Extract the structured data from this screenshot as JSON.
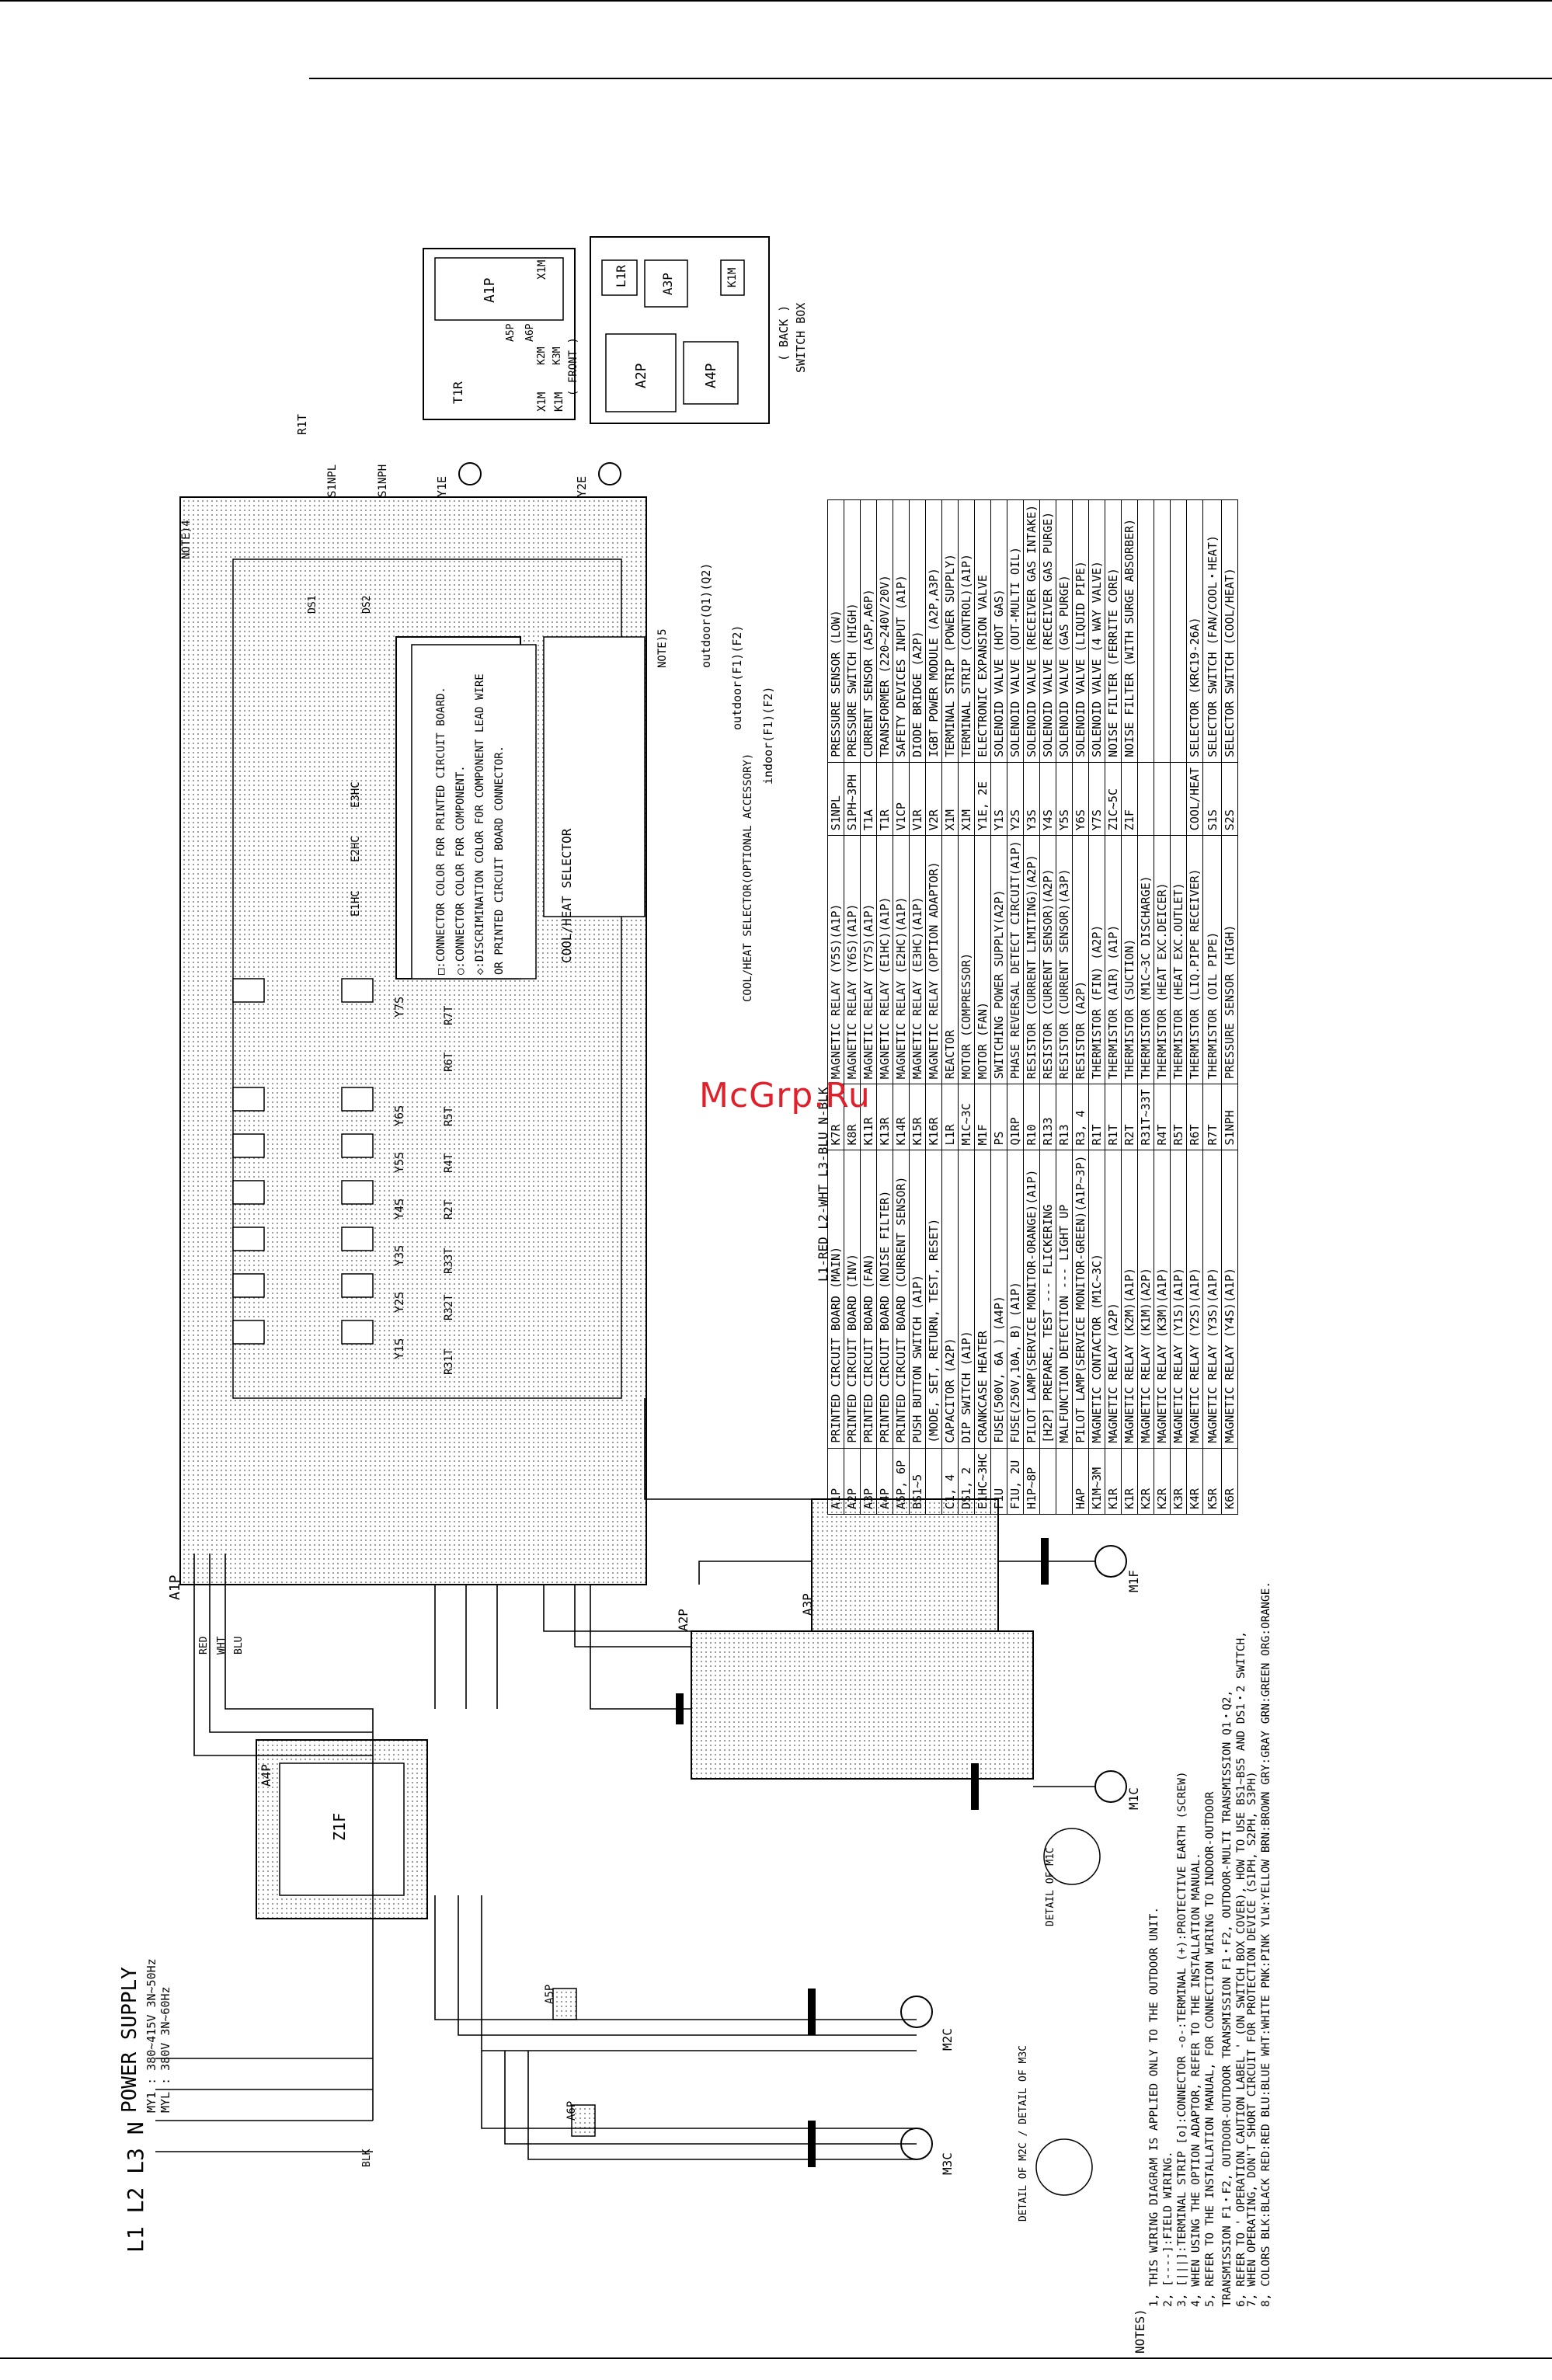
{
  "power": {
    "title": "POWER SUPPLY",
    "myi": "MY1 : 380~415V 3N~50Hz",
    "myl": "MYL : 380V 3N~60Hz",
    "phases": "L1 L2 L3 N",
    "colors": "L1-RED  L2-WHT  L3-BLU  N-BLK"
  },
  "switch_box": {
    "front": {
      "label": "( FRONT )",
      "a1p": "A1P",
      "x1m": "X1M",
      "a5p": "A5P",
      "a6p": "A6P",
      "k2m": "K2M",
      "k3m": "K3M",
      "t1r": "T1R",
      "x1m2": "X1M",
      "k1m": "K1M"
    },
    "back": {
      "label": "( BACK )",
      "caption": "SWITCH BOX",
      "l1r": "L1R",
      "a3p": "A3P",
      "a2p": "A2P",
      "a4p": "A4P",
      "k1m": "K1M"
    }
  },
  "board_labels": {
    "a1p": "A1P",
    "a2p": "A2P",
    "a3p": "A3P",
    "a4p": "A4P",
    "a5p": "A5P",
    "a6p": "A6P",
    "m1c": "M1C",
    "m2c": "M2C",
    "m3c": "M3C",
    "m1f": "M1F",
    "y1e": "Y1E",
    "y2e": "Y2E",
    "r1t": "R1T",
    "s1npl": "S1NPL",
    "s1nph": "S1NPH",
    "z1f": "Z1F",
    "ds1": "DS1",
    "ds2": "DS2",
    "selector": "COOL/HEAT SELECTOR",
    "selector_opt": "COOL/HEAT SELECTOR(OPTIONAL ACCESSORY)",
    "outdoor_q": "outdoor(Q1)(Q2)",
    "outdoor_f": "outdoor(F1)(F2)",
    "indoor_f": "indoor(F1)(F2)",
    "note5": "NOTE)5",
    "note4": "NOTE)4",
    "detail_m1c": "DETAIL OF M1C",
    "detail_m23c": "DETAIL OF M2C / DETAIL OF M3C",
    "relays": [
      "Y1S",
      "Y2S",
      "Y3S",
      "Y4S",
      "Y5S",
      "Y6S",
      "Y7S",
      "R31T",
      "R32T",
      "R33T",
      "R2T",
      "R4T",
      "R5T",
      "R6T",
      "R7T",
      "E1HC",
      "E2HC",
      "E3HC"
    ],
    "wire_colors": [
      "RED",
      "WHT",
      "BLU",
      "BLK"
    ]
  },
  "legend": [
    [
      "A1P",
      "PRINTED CIRCUIT BOARD (MAIN)",
      "K7R",
      "MAGNETIC RELAY (Y5S)(A1P)",
      "S1NPL",
      "PRESSURE SENSOR (LOW)"
    ],
    [
      "A2P",
      "PRINTED CIRCUIT BOARD (INV)",
      "K8R",
      "MAGNETIC RELAY (Y6S)(A1P)",
      "S1PH~3PH",
      "PRESSURE SWITCH (HIGH)"
    ],
    [
      "A3P",
      "PRINTED CIRCUIT BOARD (FAN)",
      "K11R",
      "MAGNETIC RELAY (Y7S)(A1P)",
      "T1A",
      "CURRENT SENSOR (A5P,A6P)"
    ],
    [
      "A4P",
      "PRINTED CIRCUIT BOARD (NOISE FILTER)",
      "K13R",
      "MAGNETIC RELAY (E1HC)(A1P)",
      "T1R",
      "TRANSFORMER (220~240V/20V)"
    ],
    [
      "A5P, 6P",
      "PRINTED CIRCUIT BOARD (CURRENT SENSOR)",
      "K14R",
      "MAGNETIC RELAY (E2HC)(A1P)",
      "V1CP",
      "SAFETY DEVICES INPUT (A1P)"
    ],
    [
      "BS1~5",
      "PUSH BUTTON SWITCH (A1P)",
      "K15R",
      "MAGNETIC RELAY (E3HC)(A1P)",
      "V1R",
      "DIODE BRIDGE (A2P)"
    ],
    [
      "",
      "(MODE, SET, RETURN, TEST, RESET)",
      "K16R",
      "MAGNETIC RELAY (OPTION ADAPTOR)",
      "V2R",
      "IGBT POWER MODULE (A2P,A3P)"
    ],
    [
      "C1, 4",
      "CAPACITOR (A2P)",
      "L1R",
      "REACTOR",
      "X1M",
      "TERMINAL STRIP (POWER SUPPLY)"
    ],
    [
      "DS1, 2",
      "DIP SWITCH (A1P)",
      "M1C~3C",
      "MOTOR (COMPRESSOR)",
      "X1M",
      "TERMINAL STRIP (CONTROL)(A1P)"
    ],
    [
      "E1HC~3HC",
      "CRANKCASE HEATER",
      "M1F",
      "MOTOR (FAN)",
      "Y1E, 2E",
      "ELECTRONIC EXPANSION VALVE"
    ],
    [
      "F1U",
      "FUSE(500V, 6A ) (A4P)",
      "PS",
      "SWITCHING POWER SUPPLY(A2P)",
      "Y1S",
      "SOLENOID VALVE (HOT GAS)"
    ],
    [
      "F1U, 2U",
      "FUSE(250V,10A, B) (A1P)",
      "Q1RP",
      "PHASE REVERSAL DETECT CIRCUIT(A1P)",
      "Y2S",
      "SOLENOID VALVE (OUT-MULTI OIL)"
    ],
    [
      "H1P~8P",
      "PILOT LAMP(SERVICE MONITOR-ORANGE)(A1P)",
      "R10",
      "RESISTOR (CURRENT LIMITING)(A2P)",
      "Y3S",
      "SOLENOID VALVE (RECEIVER GAS INTAKE)"
    ],
    [
      "",
      "[H2P] PREPARE, TEST --- FLICKERING",
      "R133",
      "RESISTOR (CURRENT SENSOR)(A2P)",
      "Y4S",
      "SOLENOID VALVE (RECEIVER GAS PURGE)"
    ],
    [
      "",
      "MALFUNCTION DETECTION --- LIGHT UP",
      "R13",
      "RESISTOR (CURRENT SENSOR)(A3P)",
      "Y5S",
      "SOLENOID VALVE (GAS PURGE)"
    ],
    [
      "HAP",
      "PILOT LAMP(SERVICE MONITOR-GREEN)(A1P~3P)",
      "R3, 4",
      "RESISTOR (A2P)",
      "Y6S",
      "SOLENOID VALVE (LIQUID PIPE)"
    ],
    [
      "K1M~3M",
      "MAGNETIC CONTACTOR (M1C~3C)",
      "R1T",
      "THERMISTOR (FIN) (A2P)",
      "Y7S",
      "SOLENOID VALVE (4 WAY VALVE)"
    ],
    [
      "K1R",
      "MAGNETIC RELAY (A2P)",
      "R1T",
      "THERMISTOR (AIR) (A1P)",
      "Z1C~5C",
      "NOISE FILTER (FERRITE CORE)"
    ],
    [
      "K1R",
      "MAGNETIC RELAY (K2M)(A1P)",
      "R2T",
      "THERMISTOR (SUCTION)",
      "Z1F",
      "NOISE FILTER (WITH SURGE ABSORBER)"
    ],
    [
      "K2R",
      "MAGNETIC RELAY (K1M)(A2P)",
      "R31T~33T",
      "THERMISTOR (M1C~3C DISCHARGE)",
      "",
      ""
    ],
    [
      "K2R",
      "MAGNETIC RELAY (K3M)(A1P)",
      "R4T",
      "THERMISTOR (HEAT EXC.DEICER)",
      "",
      ""
    ],
    [
      "K3R",
      "MAGNETIC RELAY (Y1S)(A1P)",
      "R5T",
      "THERMISTOR (HEAT EXC.OUTLET)",
      "",
      ""
    ],
    [
      "K4R",
      "MAGNETIC RELAY (Y2S)(A1P)",
      "R6T",
      "THERMISTOR (LIQ.PIPE RECEIVER)",
      "COOL/HEAT",
      "SELECTOR (KRC19-26A)"
    ],
    [
      "K5R",
      "MAGNETIC RELAY (Y3S)(A1P)",
      "R7T",
      "THERMISTOR (OIL PIPE)",
      "S1S",
      "SELECTOR SWITCH (FAN/COOL・HEAT)"
    ],
    [
      "K6R",
      "MAGNETIC RELAY (Y4S)(A1P)",
      "S1NPH",
      "PRESSURE SENSOR (HIGH)",
      "S2S",
      "SELECTOR SWITCH (COOL/HEAT)"
    ]
  ],
  "notes": {
    "heading": "NOTES)",
    "lines": [
      "1, THIS WIRING DIAGRAM IS APPLIED ONLY TO THE OUTDOOR UNIT.",
      "2, [----]:FIELD WIRING.",
      "3, [|||]:TERMINAL STRIP  [o]:CONNECTOR  -o-:TERMINAL (+):PROTECTIVE EARTH (SCREW)",
      "4, WHEN USING THE OPTION ADAPTOR, REFER TO THE INSTALLATION MANUAL.",
      "5, REFER TO THE INSTALLATION MANUAL, FOR CONNECTION WIRING TO INDOOR-OUTDOOR",
      "TRANSMISSION F1・F2, OUTDOOR-OUTDOOR TRANSMISSION F1・F2, OUTDOOR-MULTI TRANSMISSION Q1・Q2,",
      "6, REFER TO ' OPERATION CAUTION LABEL ' (ON SWITCH BOX COVER), HOW TO USE BS1~BS5 AND DS1・2 SWITCH,",
      "7, WHEN OPERATING, DON'T SHORT CIRCUIT FOR PROTECTION DEVICE (S1PH, S2PH, S3PH)",
      "8, COLORS BLK:BLACK RED:RED BLU:BLUE WHT:WHITE PNK:PINK YLW:YELLOW BRN:BROWN GRY:GRAY GRN:GREEN ORG:ORANGE."
    ]
  },
  "connector_note": {
    "lines": [
      "□:CONNECTOR COLOR FOR PRINTED CIRCUIT BOARD.",
      "○:CONNECTOR COLOR FOR COMPONENT.",
      "◇:DISCRIMINATION COLOR FOR COMPONENT LEAD WIRE",
      "OR PRINTED CIRCUIT BOARD CONNECTOR."
    ]
  },
  "watermark": "McGrp.Ru"
}
